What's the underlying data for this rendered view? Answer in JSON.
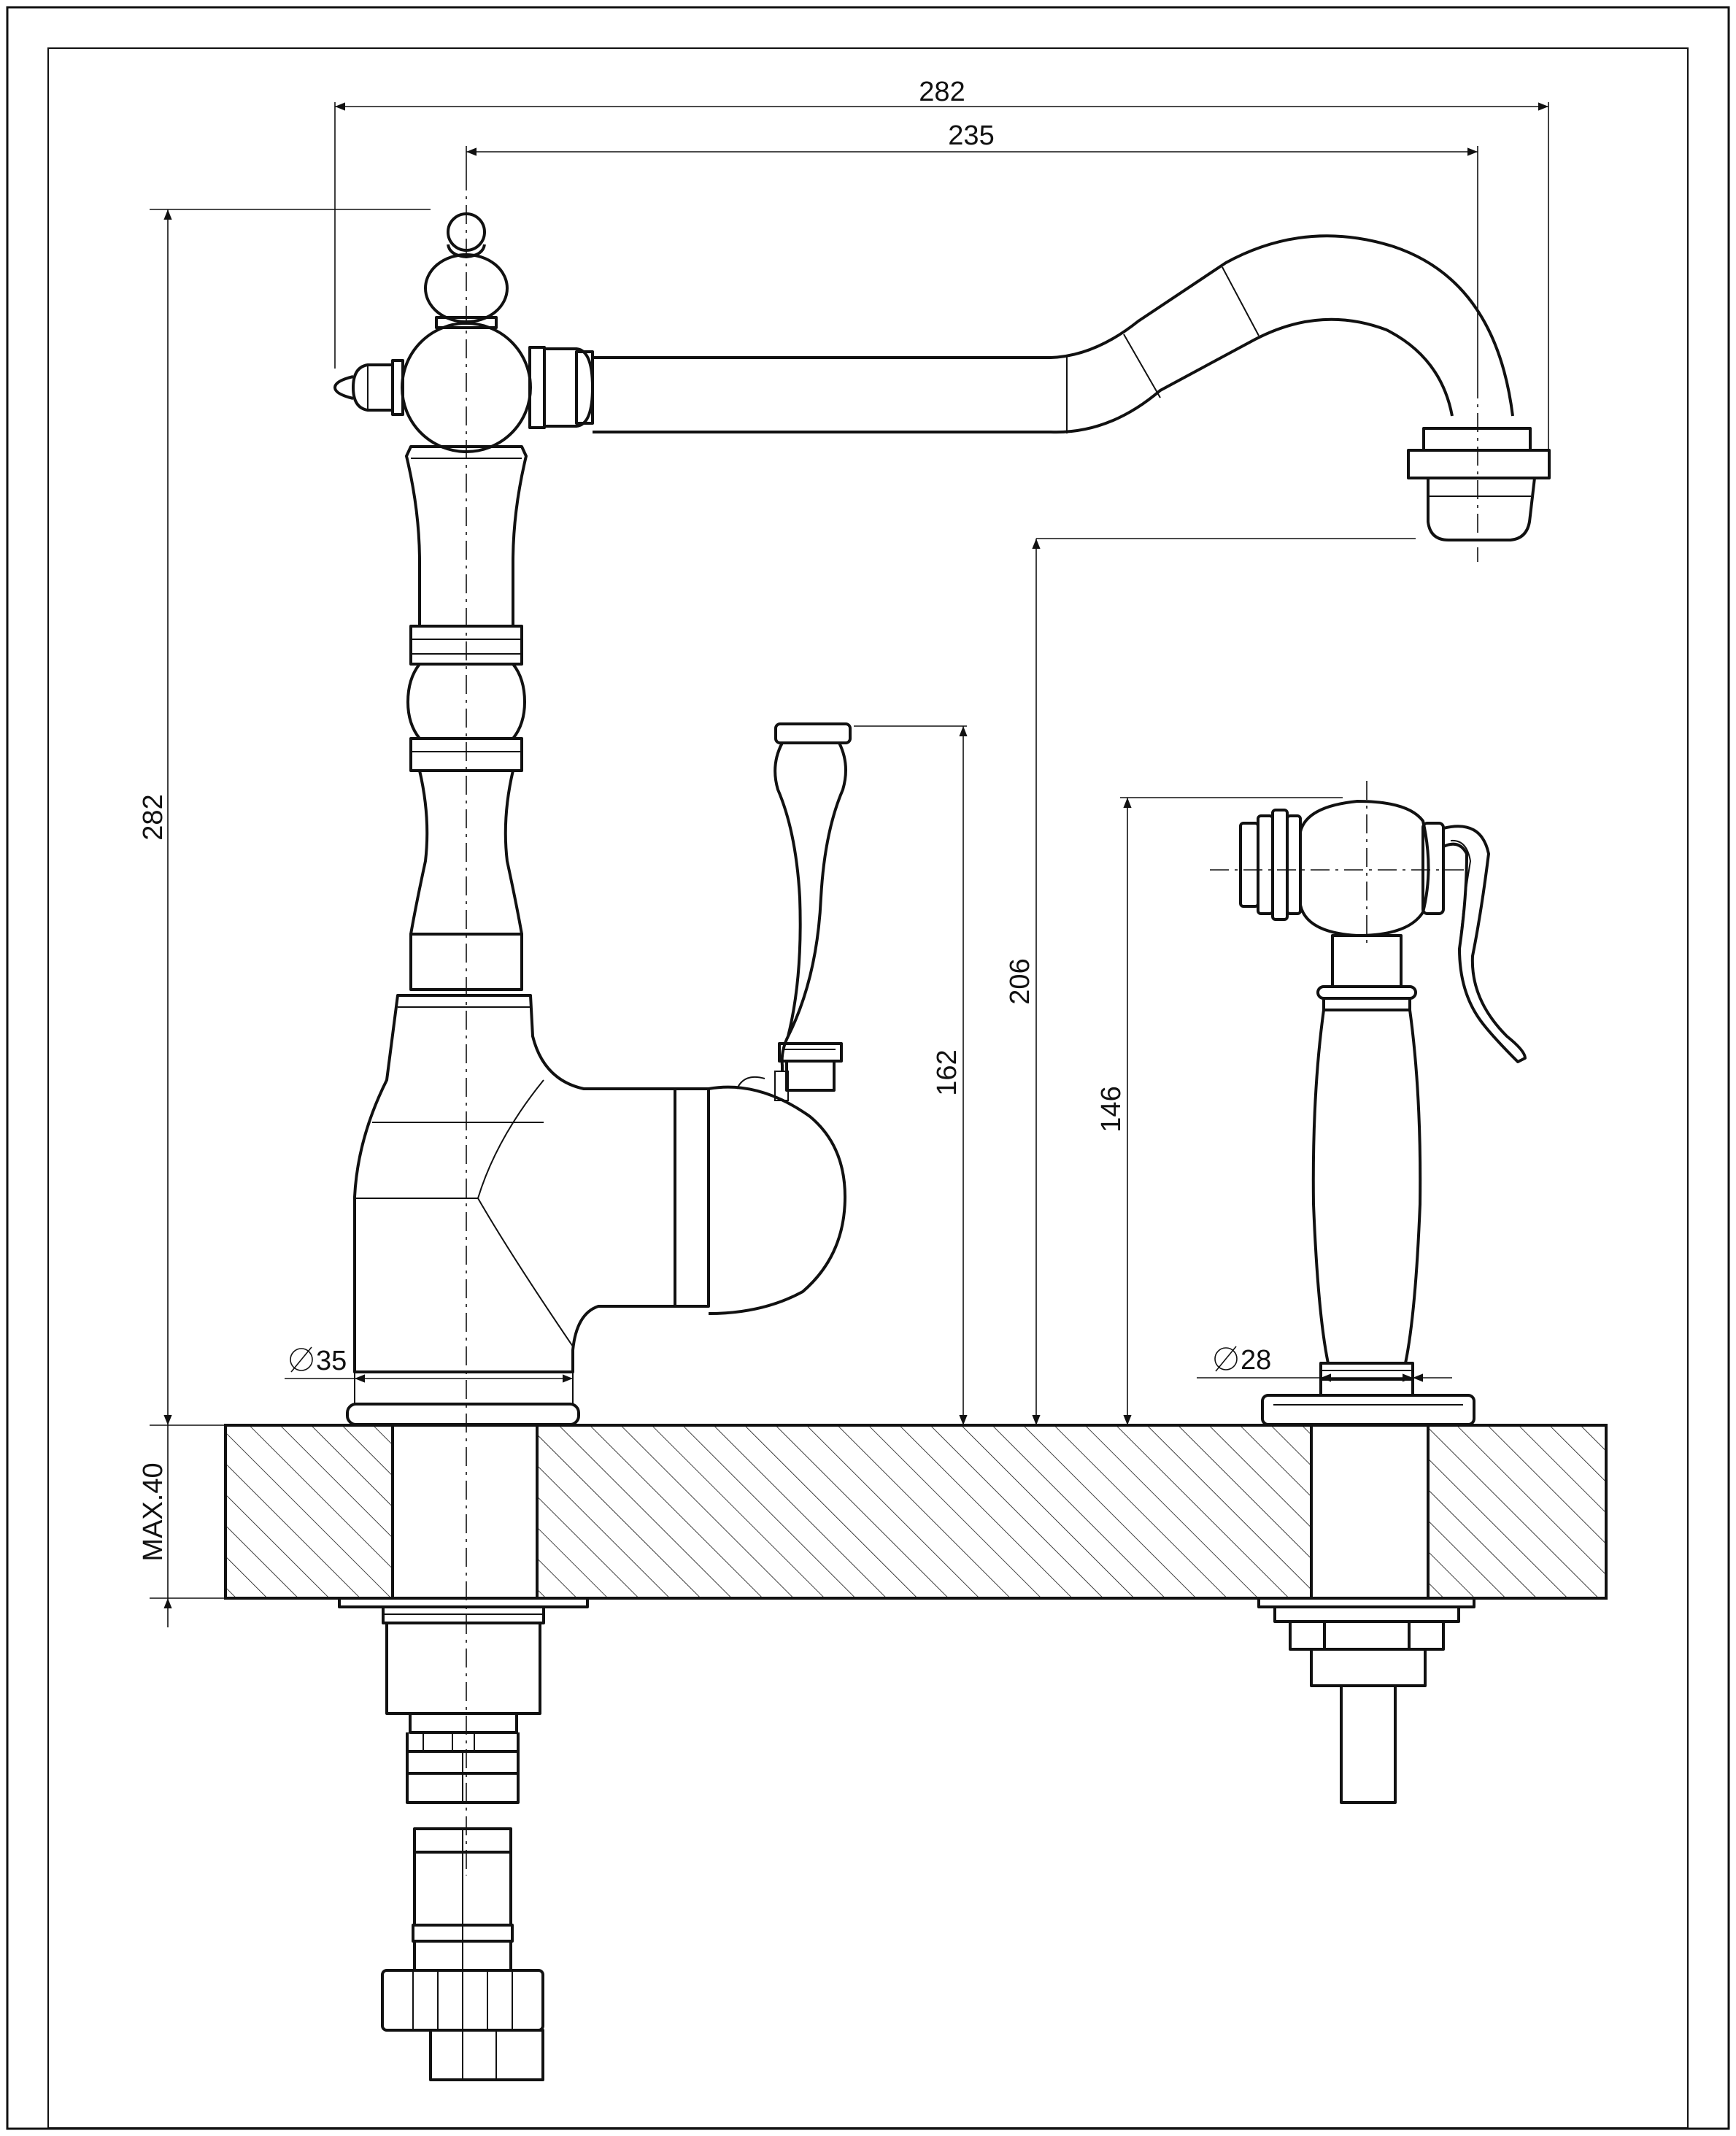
{
  "drawing": {
    "dimensions": {
      "overall_width": "282",
      "spout_reach": "235",
      "overall_height": "282",
      "spout_outlet_height": "206",
      "handle_height": "162",
      "spray_height": "146",
      "tap_base_diameter": "35",
      "spray_base_diameter": "28",
      "max_deck_thickness": "MAX.40"
    },
    "colors": {
      "line": "#111111",
      "paper": "#ffffff"
    }
  }
}
